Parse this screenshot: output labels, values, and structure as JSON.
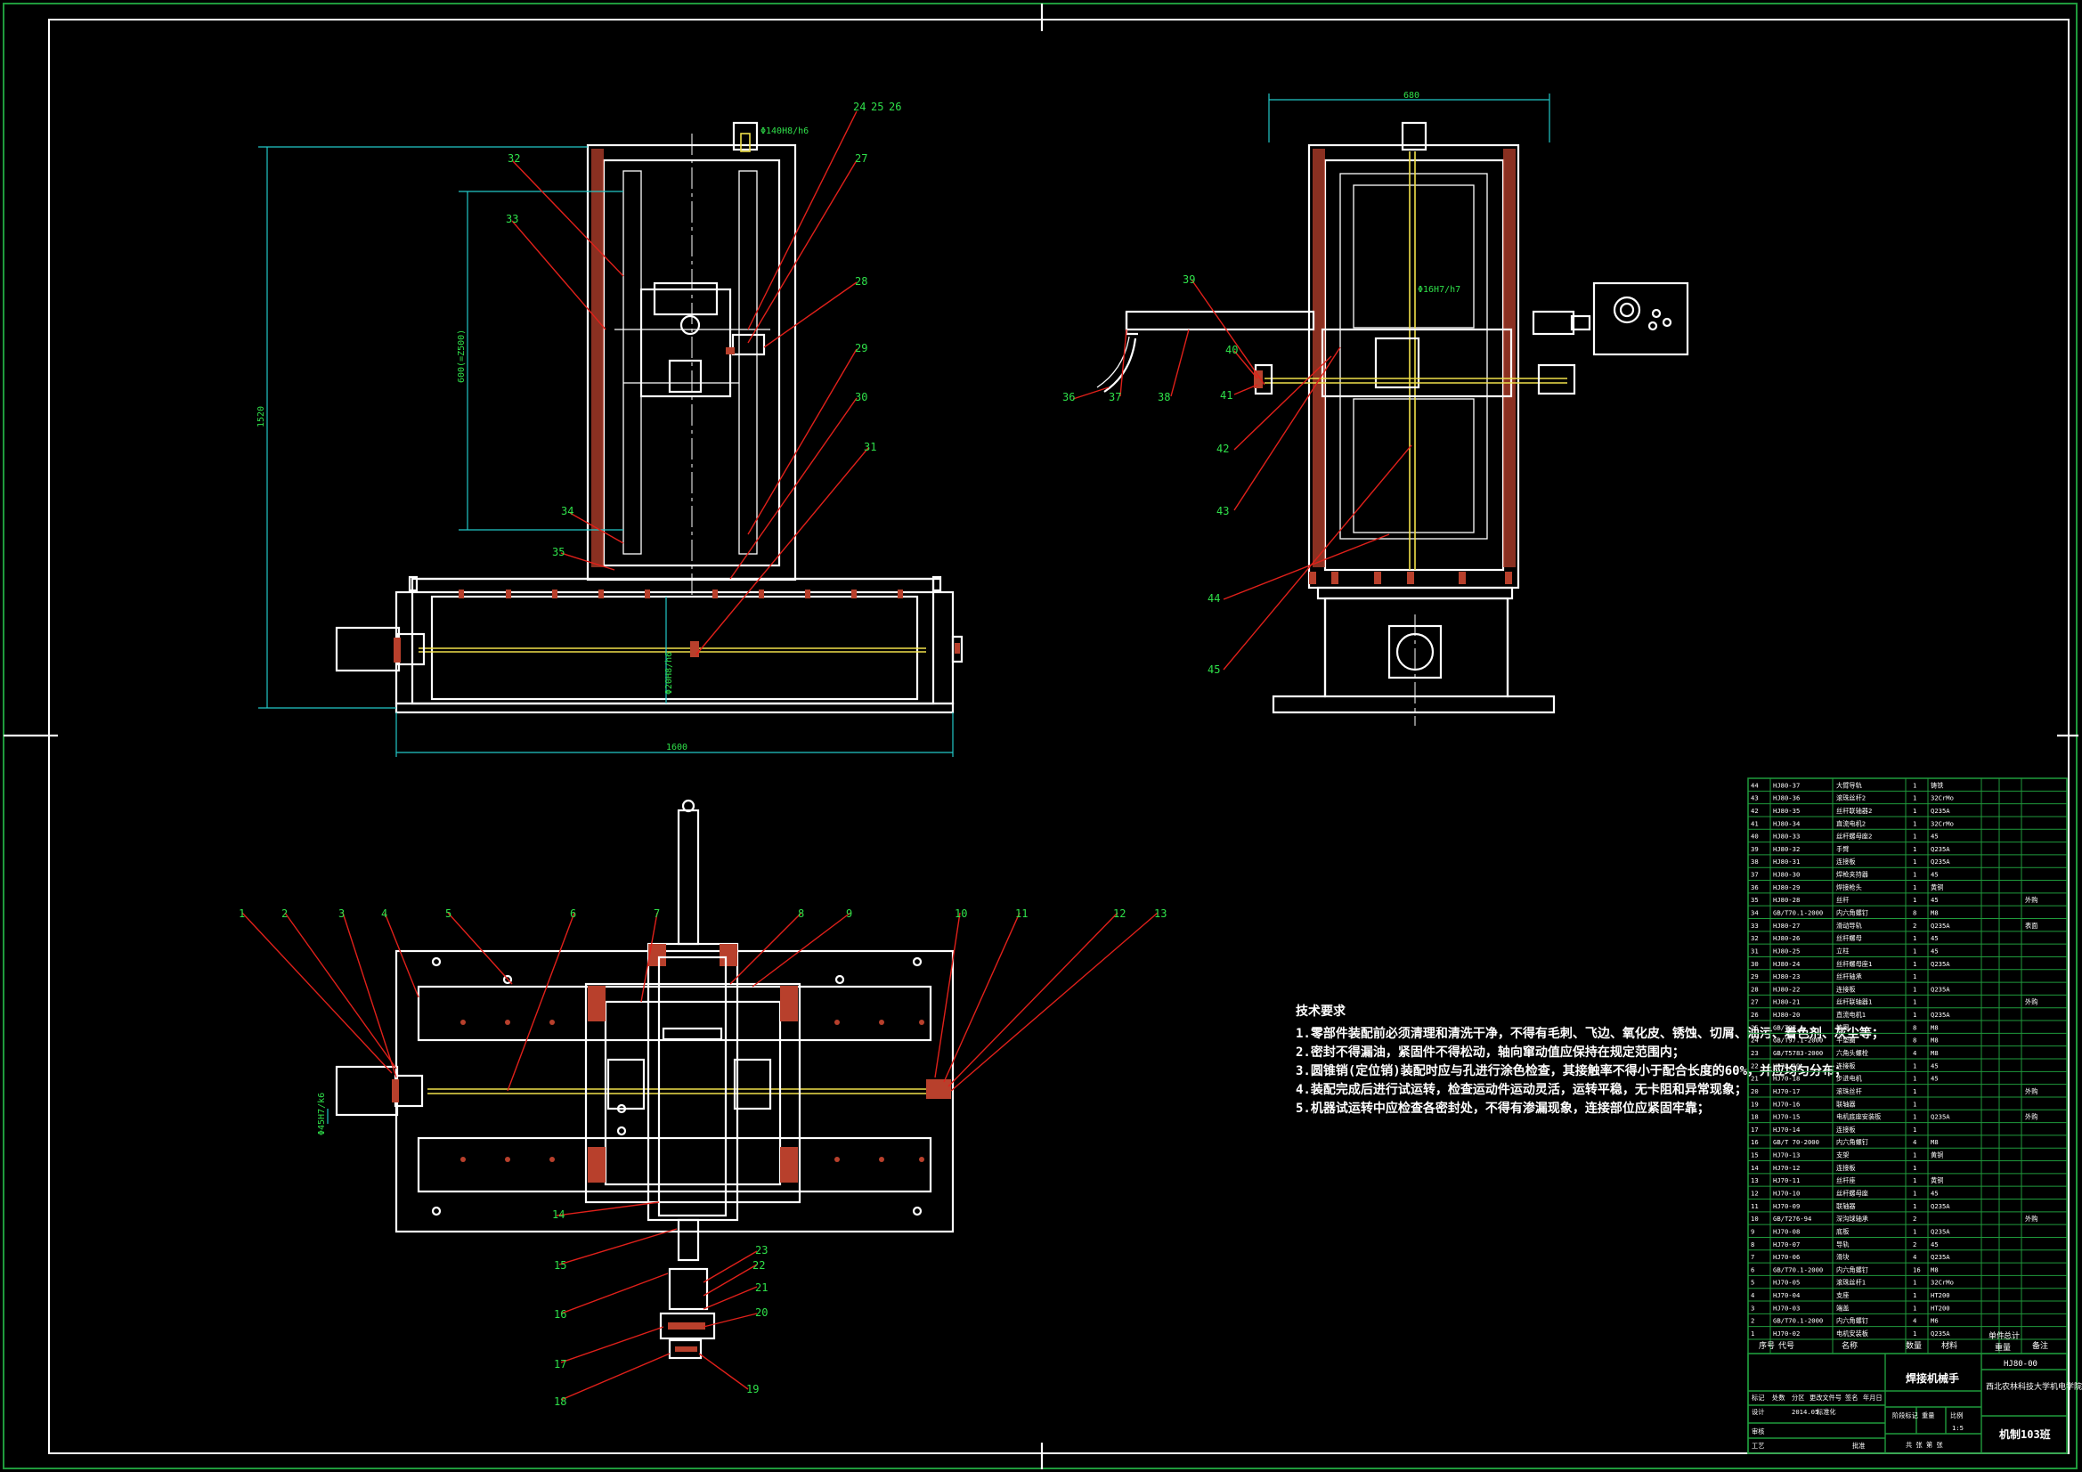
{
  "drawing": {
    "dimensions": {
      "left_height": "1520",
      "left_stroke": "600(=Z500)",
      "top_phi": "Φ140H8/h6",
      "left_base_phi": "Φ20H8/h6",
      "left_base_width": "1600",
      "right_width": "680",
      "right_phi": "Φ16H7/h7",
      "bottom_phi": "Φ45H7/k6"
    },
    "balloons_front": [
      "24",
      "25",
      "26",
      "27",
      "28",
      "29",
      "30",
      "31",
      "32",
      "33",
      "34",
      "35"
    ],
    "balloons_side": [
      "36",
      "37",
      "38",
      "39",
      "40",
      "41",
      "42",
      "43",
      "44",
      "45"
    ],
    "balloons_plan": [
      "1",
      "2",
      "3",
      "4",
      "5",
      "6",
      "7",
      "8",
      "9",
      "10",
      "11",
      "12",
      "13",
      "14",
      "15",
      "16",
      "17",
      "18",
      "19",
      "20",
      "21",
      "22",
      "23"
    ],
    "technical_requirements": {
      "title": "技术要求",
      "items": [
        "1.零部件装配前必须清理和清洗干净，不得有毛刺、飞边、氧化皮、锈蚀、切屑、油污、着色剂、灰尘等；",
        "2.密封不得漏油，紧固件不得松动，轴向窜动值应保持在规定范围内；",
        "3.圆锥销(定位销)装配时应与孔进行涂色检查，其接触率不得小于配合长度的60%，并应均匀分布；",
        "4.装配完成后进行试运转，检查运动件运动灵活，运转平稳，无卡阻和异常现象；",
        "5.机器试运转中应检查各密封处，不得有渗漏现象，连接部位应紧固牢靠；"
      ]
    },
    "parts_list": [
      [
        "44",
        "HJ80-37",
        "大臂导轨",
        "1",
        "铸铁",
        ""
      ],
      [
        "43",
        "HJ80-36",
        "滚珠丝杆2",
        "1",
        "32CrMo",
        ""
      ],
      [
        "42",
        "HJ80-35",
        "丝杆联轴器2",
        "1",
        "Q235A",
        ""
      ],
      [
        "41",
        "HJ80-34",
        "直流电机2",
        "1",
        "32CrMo",
        ""
      ],
      [
        "40",
        "HJ80-33",
        "丝杆螺母座2",
        "1",
        "45",
        ""
      ],
      [
        "39",
        "HJ80-32",
        "手臂",
        "1",
        "Q235A",
        ""
      ],
      [
        "38",
        "HJ80-31",
        "连接板",
        "1",
        "Q235A",
        ""
      ],
      [
        "37",
        "HJ80-30",
        "焊枪夹持器",
        "1",
        "45",
        ""
      ],
      [
        "36",
        "HJ80-29",
        "焊接枪头",
        "1",
        "黄铜",
        ""
      ],
      [
        "35",
        "HJ80-28",
        "丝杆",
        "1",
        "45",
        "外购"
      ],
      [
        "34",
        "GB/T70.1-2000",
        "内六角螺钉",
        "8",
        "M8",
        ""
      ],
      [
        "33",
        "HJ80-27",
        "滑动导轨",
        "2",
        "Q235A",
        "表面"
      ],
      [
        "32",
        "HJ80-26",
        "丝杆螺母",
        "1",
        "45",
        ""
      ],
      [
        "31",
        "HJ80-25",
        "立柱",
        "1",
        "45",
        ""
      ],
      [
        "30",
        "HJ80-24",
        "丝杆螺母座1",
        "1",
        "Q235A",
        ""
      ],
      [
        "29",
        "HJ80-23",
        "丝杆轴承",
        "1",
        "",
        ""
      ],
      [
        "28",
        "HJ80-22",
        "连接板",
        "1",
        "Q235A",
        ""
      ],
      [
        "27",
        "HJ80-21",
        "丝杆联轴器1",
        "1",
        "",
        "外购"
      ],
      [
        "26",
        "HJ80-20",
        "直流电机1",
        "1",
        "Q235A",
        ""
      ],
      [
        "25",
        "GB/T97.1",
        "垫圈",
        "8",
        "M8",
        ""
      ],
      [
        "24",
        "GB/T97.1-2000",
        "平垫圈",
        "8",
        "M8",
        ""
      ],
      [
        "23",
        "GB/T5783-2000",
        "六角头螺栓",
        "4",
        "M8",
        ""
      ],
      [
        "22",
        "HJ70-19",
        "连接板",
        "1",
        "45",
        ""
      ],
      [
        "21",
        "HJ70-18",
        "步进电机",
        "1",
        "45",
        ""
      ],
      [
        "20",
        "HJ70-17",
        "滚珠丝杆",
        "1",
        "",
        "外购"
      ],
      [
        "19",
        "HJ70-16",
        "联轴器",
        "1",
        "",
        ""
      ],
      [
        "18",
        "HJ70-15",
        "电机底座安装板",
        "1",
        "Q235A",
        "外购"
      ],
      [
        "17",
        "HJ70-14",
        "连接板",
        "1",
        "",
        ""
      ],
      [
        "16",
        "GB/T 70-2000",
        "内六角螺钉",
        "4",
        "M8",
        ""
      ],
      [
        "15",
        "HJ70-13",
        "支架",
        "1",
        "黄铜",
        ""
      ],
      [
        "14",
        "HJ70-12",
        "连接板",
        "1",
        "",
        ""
      ],
      [
        "13",
        "HJ70-11",
        "丝杆座",
        "1",
        "黄铜",
        ""
      ],
      [
        "12",
        "HJ70-10",
        "丝杆螺母座",
        "1",
        "45",
        ""
      ],
      [
        "11",
        "HJ70-09",
        "联轴器",
        "1",
        "Q235A",
        ""
      ],
      [
        "10",
        "GB/T276-94",
        "深沟球轴承",
        "2",
        "",
        "外购"
      ],
      [
        "9",
        "HJ70-08",
        "底板",
        "1",
        "Q235A",
        ""
      ],
      [
        "8",
        "HJ70-07",
        "导轨",
        "2",
        "45",
        ""
      ],
      [
        "7",
        "HJ70-06",
        "滑块",
        "4",
        "Q235A",
        ""
      ],
      [
        "6",
        "GB/T70.1-2000",
        "内六角螺钉",
        "16",
        "M8",
        ""
      ],
      [
        "5",
        "HJ70-05",
        "滚珠丝杆1",
        "1",
        "32CrMo",
        ""
      ],
      [
        "4",
        "HJ70-04",
        "支座",
        "1",
        "HT200",
        ""
      ],
      [
        "3",
        "HJ70-03",
        "端盖",
        "1",
        "HT200",
        ""
      ],
      [
        "2",
        "GB/T70.1-2000",
        "内六角螺钉",
        "4",
        "M6",
        ""
      ],
      [
        "1",
        "HJ70-02",
        "电机安装板",
        "1",
        "Q235A",
        ""
      ]
    ],
    "parts_header": {
      "no": "序号",
      "code": "代号",
      "name": "名称",
      "qty": "数量",
      "material": "材料",
      "single": "单件",
      "total": "总计",
      "weight": "重量",
      "remark": "备注"
    },
    "title_block": {
      "drawing_code": "HJ80-00",
      "title": "焊接机械手",
      "school": "西北农林科技大学机电学院",
      "class_name": "机制103班",
      "stage_mark": "阶段标记",
      "weight": "重量",
      "scale_label": "比例",
      "scale": "1:5",
      "sheet": "共 张 第 张",
      "labels": [
        "标记",
        "处数",
        "分区",
        "更改文件号",
        "签名",
        "年月日"
      ],
      "design_row": [
        "设计",
        "",
        "2014.05",
        "标准化"
      ],
      "audit": "审核",
      "process": "工艺",
      "approve": "批准"
    }
  }
}
